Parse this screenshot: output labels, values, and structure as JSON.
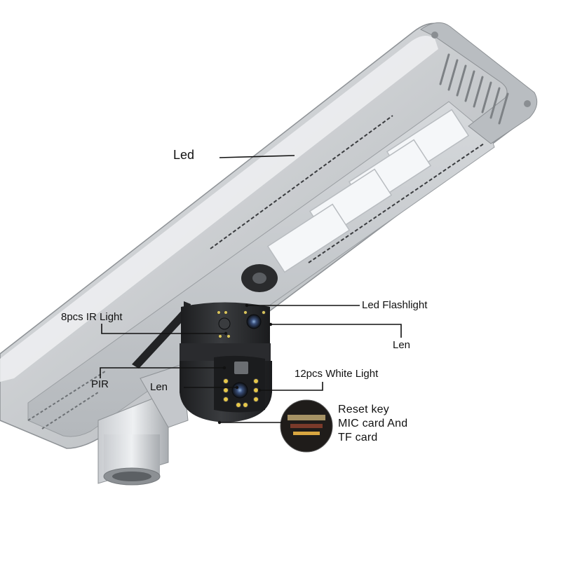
{
  "labels": {
    "led": "Led",
    "ir_light": "8pcs IR Light",
    "led_flashlight": "Led Flashlight",
    "len_top": "Len",
    "pir": "PIR",
    "white_light": "12pcs White Light",
    "len_bottom": "Len",
    "reset_key": "Reset key",
    "mic_card": "MIC card And",
    "tf_card": "TF card"
  },
  "colors": {
    "housing": "#c7cacd",
    "housing_dark": "#9ea2a6",
    "led_panel": "#f4f6f8",
    "camera_body": "#2b2c2e",
    "leader_line": "#111111"
  }
}
